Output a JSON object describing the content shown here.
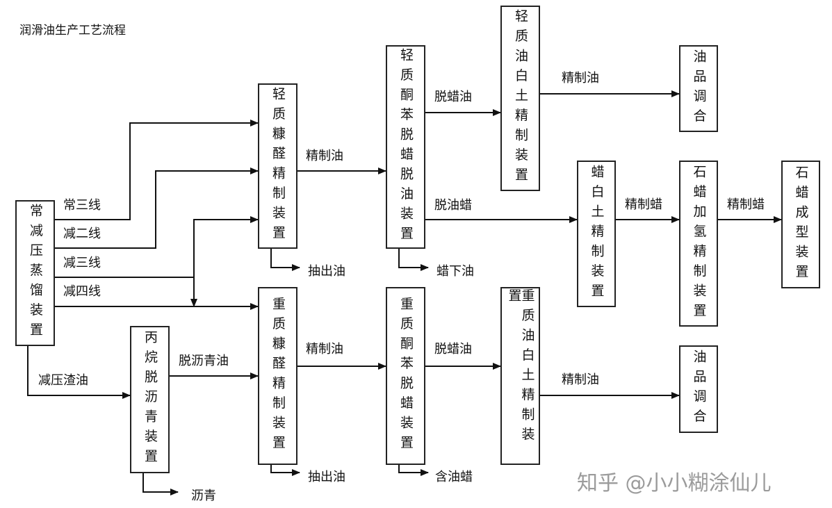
{
  "title": "润滑油生产工艺流程",
  "watermark": "知乎 @小小糊涂仙儿",
  "units": {
    "atm_vac_distillation": "常减压蒸馏装置",
    "light_furfural": "轻质糠醛精制装置",
    "heavy_furfural": "重质糠醛精制装置",
    "propane_deasphalting": "丙烷脱沥青装置",
    "light_mek_dewax_deoil": "轻质酮苯脱蜡脱油装置",
    "heavy_mek_dewax": "重质酮苯脱蜡装置",
    "light_clay": "轻质油白土精制装置",
    "heavy_clay": "重质油白土精制装置",
    "blending_top": "油品调合",
    "wax_clay": "蜡白土精制装置",
    "wax_hydro": "石蜡加氢精制装置",
    "wax_forming": "石蜡成型装置",
    "blending_bottom": "油品调合"
  },
  "streams": {
    "atm_third": "常三线",
    "vac_second": "减二线",
    "vac_third": "减三线",
    "vac_fourth": "减四线",
    "vac_residue": "减压渣油",
    "deasphalted_oil": "脱沥青油",
    "asphalt": "沥青",
    "refined_oil_1": "精制油",
    "extract_oil_1": "抽出油",
    "refined_oil_2": "精制油",
    "extract_oil_2": "抽出油",
    "dewaxed_oil_1": "脱蜡油",
    "deoiled_wax": "脱油蜡",
    "foots_oil": "蜡下油",
    "dewaxed_oil_2": "脱蜡油",
    "slack_wax": "含油蜡",
    "refined_oil_3": "精制油",
    "refined_wax_1": "精制蜡",
    "refined_wax_2": "精制蜡",
    "refined_oil_4": "精制油"
  }
}
